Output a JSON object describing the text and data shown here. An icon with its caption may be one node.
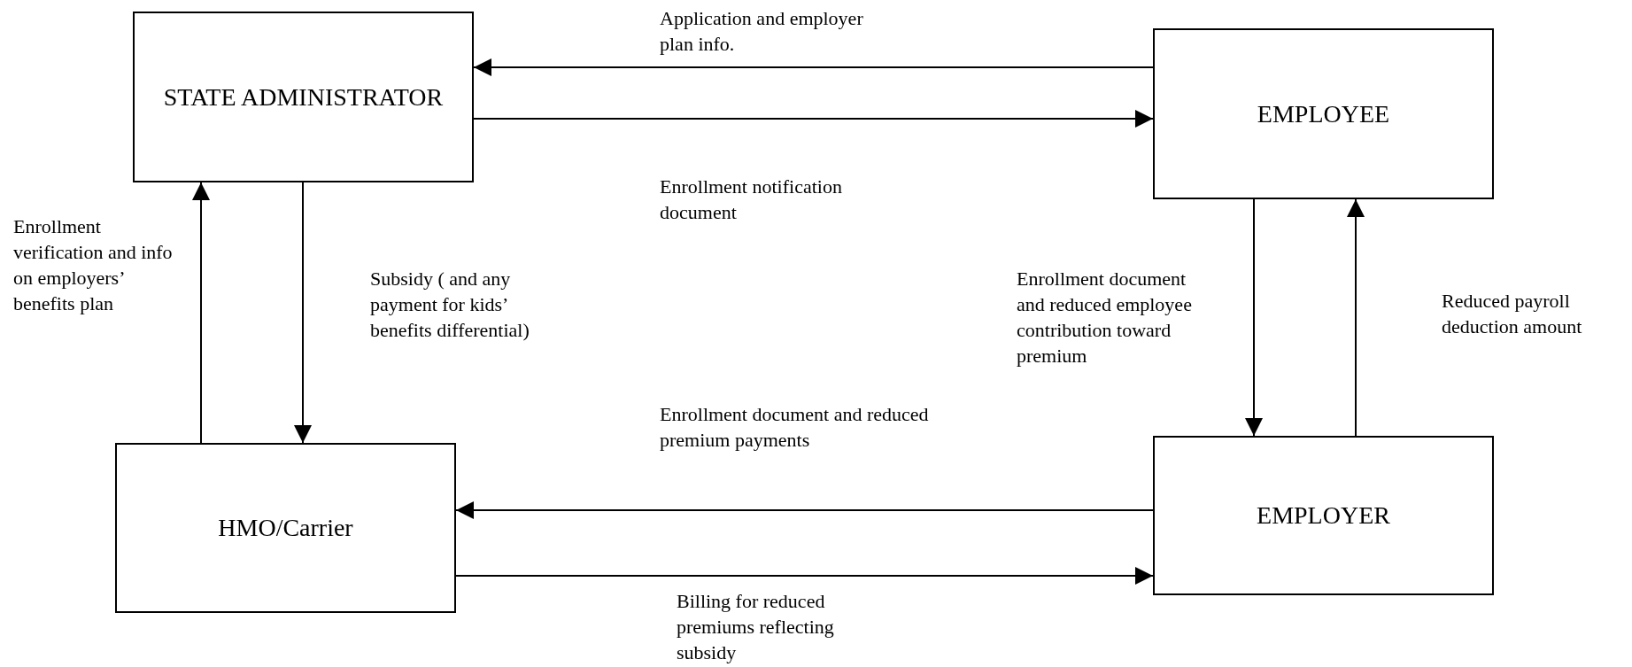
{
  "diagram": {
    "nodes": [
      {
        "text": [
          "STATE ADMINISTRATOR"
        ]
      },
      {
        "text": [
          "EMPLOYEE"
        ]
      },
      {
        "text": [
          "HMO/Carrier"
        ]
      },
      {
        "text": [
          "EMPLOYER"
        ]
      }
    ],
    "edges": [
      {
        "from": 1,
        "to": 0,
        "arrow": "to",
        "label": "Application and employer plan info."
      },
      {
        "from": 0,
        "to": 1,
        "arrow": "to",
        "label": "Enrollment notification document"
      },
      {
        "from": 2,
        "to": 0,
        "arrow": "to",
        "label": "Enrollment verification and info on employers’ benefits plan"
      },
      {
        "from": 0,
        "to": 2,
        "arrow": "to",
        "label": "Subsidy ( and any payment for  kids’ benefits differential)"
      },
      {
        "from": 1,
        "to": 3,
        "arrow": "to",
        "label": "Enrollment document and reduced employee contribution toward premium"
      },
      {
        "from": 3,
        "to": 1,
        "arrow": "to",
        "label": "Reduced payroll deduction amount"
      },
      {
        "from": 3,
        "to": 2,
        "arrow": "to",
        "label": "Enrollment document and reduced premium payments"
      },
      {
        "from": 2,
        "to": 3,
        "arrow": "to",
        "label": "Billing for reduced premiums reflecting subsidy"
      }
    ]
  }
}
